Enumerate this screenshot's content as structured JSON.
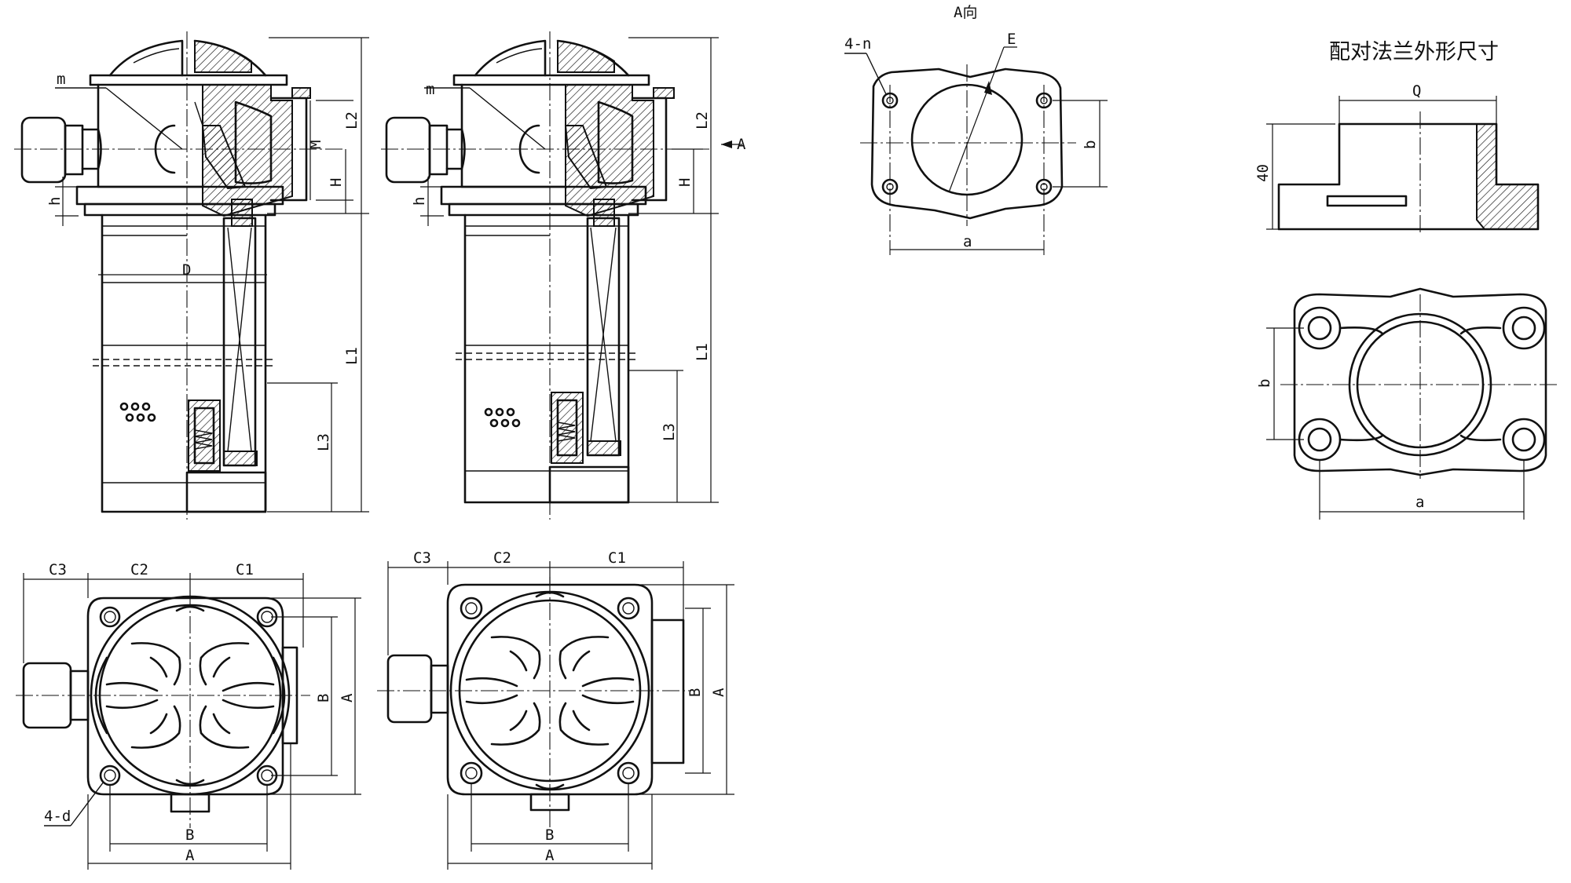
{
  "view_a_title": "A向",
  "flange_caption": "配对法兰外形尺寸",
  "labels": {
    "m": "m",
    "L2": "L2",
    "M": "M",
    "H": "H",
    "h": "h",
    "D": "D",
    "L1": "L1",
    "L3": "L3",
    "A_arrow": "A",
    "four_n": "4-n",
    "E": "E",
    "b": "b",
    "a": "a",
    "Q": "Q",
    "forty": "40",
    "C1": "C1",
    "C2": "C2",
    "C3": "C3",
    "A": "A",
    "B": "B",
    "four_d": "4-d"
  }
}
